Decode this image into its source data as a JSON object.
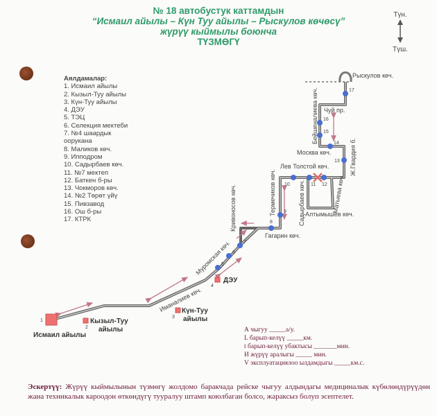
{
  "header": {
    "line1": "№ 18 автобустук каттамдын",
    "line2": "“Исмаил айылы – Күн Туу айылы – Рыскулов көчөсү”",
    "line3": "жүрүү кыймылы боюнча",
    "line4": "ТҮЗМӨГҮ"
  },
  "compass": {
    "north": "Түн.",
    "south": "Түш."
  },
  "stops_legend": {
    "heading": "Аялдамалар:",
    "items": [
      "1. Исмаил айылы",
      "2. Кызыл-Туу айылы",
      "3. Күн-Туу айылы",
      "4. ДЭУ",
      "5. ТЭЦ",
      "6. Селекция мектеби",
      "7. №4 шаардык",
      "оорукана",
      "8. Маликов көч.",
      "9. Ипподром",
      "10. Садырбаев көч.",
      "11. №7 мектеп",
      "12. Баткен б-ры",
      "13. Чокморов көч.",
      "14. №2 Төрөт үйү",
      "15. Пивзавод",
      "16. Ош б-ры",
      "17. КТРК"
    ]
  },
  "map": {
    "places": {
      "p1": "Исмаил айылы",
      "p2a": "Кызыл-Туу",
      "p2b": "айылы",
      "p3a": "Күн-Туу",
      "p3b": "айылы",
      "p4": "ДЭУ"
    },
    "streets": {
      "imanaliev": "Иманалиев көч.",
      "muromskaya": "Муромская көч.",
      "krivonosov": "Кривоносов көч.",
      "gagarin": "Гагарин көч.",
      "termechikov": "Термечиков көч.",
      "lev_tolstoy": "Лев Толстой көч.",
      "sadyrbaev": "Садырбаев көч.",
      "matyeva": "Матыева көч.",
      "altymyshev": "Алтымышев көч.",
      "gvardia": "Ж.Гвардия б.",
      "moskva": "Москва көч.",
      "chui": "Чуй пр.",
      "baishenalieva": "Бейшеналиева көч.",
      "ryskulov": "Рыскулов көч."
    },
    "stop_numbers": [
      "1",
      "2",
      "3",
      "4",
      "5",
      "6",
      "7",
      "8",
      "9",
      "10",
      "11",
      "12",
      "13",
      "14",
      "15",
      "16",
      "17"
    ],
    "colors": {
      "route": "#555555",
      "stop": "#4a6fd0",
      "terminal": "#ef7070",
      "arrow": "#c07888",
      "title": "#2f9a6a"
    }
  },
  "params": {
    "a": "А чыгуу _____а/у.",
    "l": "L барып-келүү _____км.",
    "t": "t барып-келүү убактысы _______мин.",
    "i": "И жүрүү аралыгы _____ мин.",
    "v": "V эксплуатациялоо ылдамдыгы _____км.с."
  },
  "note": {
    "label": "Эскертүү:",
    "text": "Жүрүү кыймылынын түзмөгү жолдомо баракчада рейске чыгуу алдындагы медициналык күбөлөндүрүүдөн жана техникалык кароодон өткөндүгү тууралуу штамп коюлбаган болсо, жараксыз болуп эсептелет."
  }
}
